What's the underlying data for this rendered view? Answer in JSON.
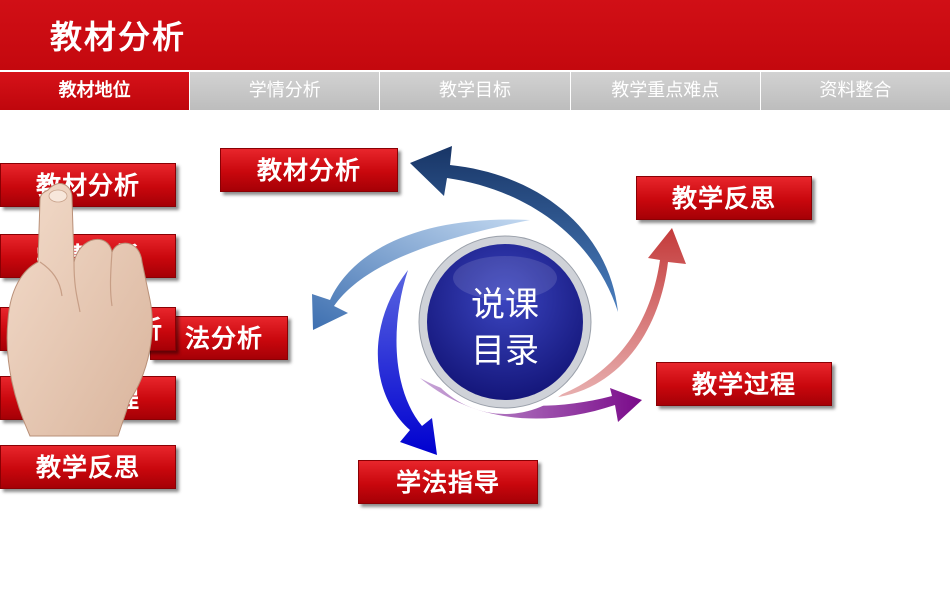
{
  "header": {
    "title": "教材分析"
  },
  "tabs": [
    {
      "label": "教材地位",
      "active": true
    },
    {
      "label": "学情分析",
      "active": false
    },
    {
      "label": "教学目标",
      "active": false
    },
    {
      "label": "教学重点难点",
      "active": false
    },
    {
      "label": "资料整合",
      "active": false
    }
  ],
  "left_menu": {
    "items": [
      "教材分析",
      "学情分析",
      "教法学法分析",
      "教学过程",
      "教学反思"
    ]
  },
  "cycle": {
    "center_line1": "说课",
    "center_line2": "目录",
    "labels": {
      "jiaocai": "教材分析",
      "fansi": "教学反思",
      "guocheng": "教学过程",
      "xuefa": "学法指导",
      "fafenxi": "法分析"
    }
  },
  "colors": {
    "brand_red": "#c8070d",
    "tab_gray": "#c8c8c8",
    "center_blue": "#1c1f8f"
  }
}
